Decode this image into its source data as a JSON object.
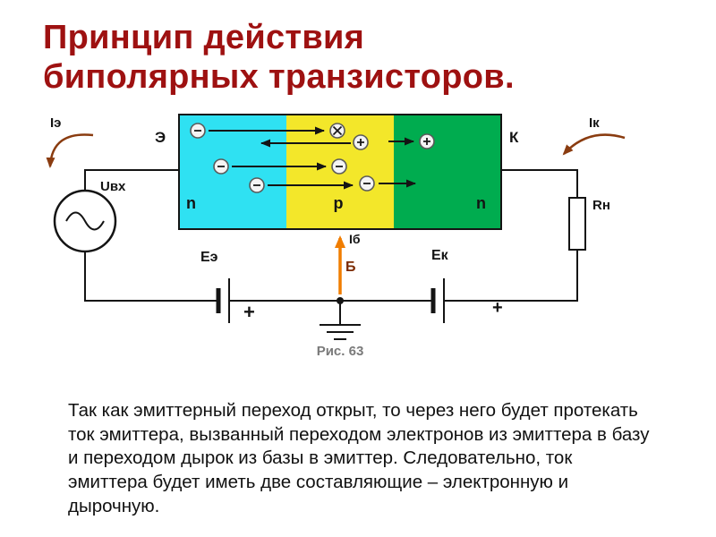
{
  "slide": {
    "title_line1": "Принцип действия",
    "title_line2": "биполярных транзисторов."
  },
  "diagram": {
    "figure_caption": "Рис. 63",
    "labels": {
      "i_emitter": "Iэ",
      "i_collector": "Iк",
      "i_base": "Iб",
      "emitter": "Э",
      "collector": "К",
      "base": "Б",
      "u_input": "Uвх",
      "r_load": "Rн",
      "e_emitter": "Eэ",
      "e_collector": "Eк",
      "plus_emitter": "+",
      "plus_collector": "+",
      "region_n_left": "n",
      "region_p": "p",
      "region_n_right": "n"
    }
  },
  "body_text": {
    "paragraph": "Так как эмиттерный переход открыт, то через него будет протекать ток эмиттера, вызванный переходом электронов из эмиттера в базу и переходом дырок из базы в эмиттер. Следовательно, ток эмиттера будет иметь две составляющие – электронную и дырочную."
  },
  "colors": {
    "title": "#9e1111",
    "region_n_left": "#2fe1f2",
    "region_p": "#f3e72a",
    "region_n_right": "#00ac4f",
    "wire": "#141414",
    "current_arrow": "#8a3c10",
    "base_arrow": "#f07d00",
    "caption_gray": "#7a7a7a"
  }
}
